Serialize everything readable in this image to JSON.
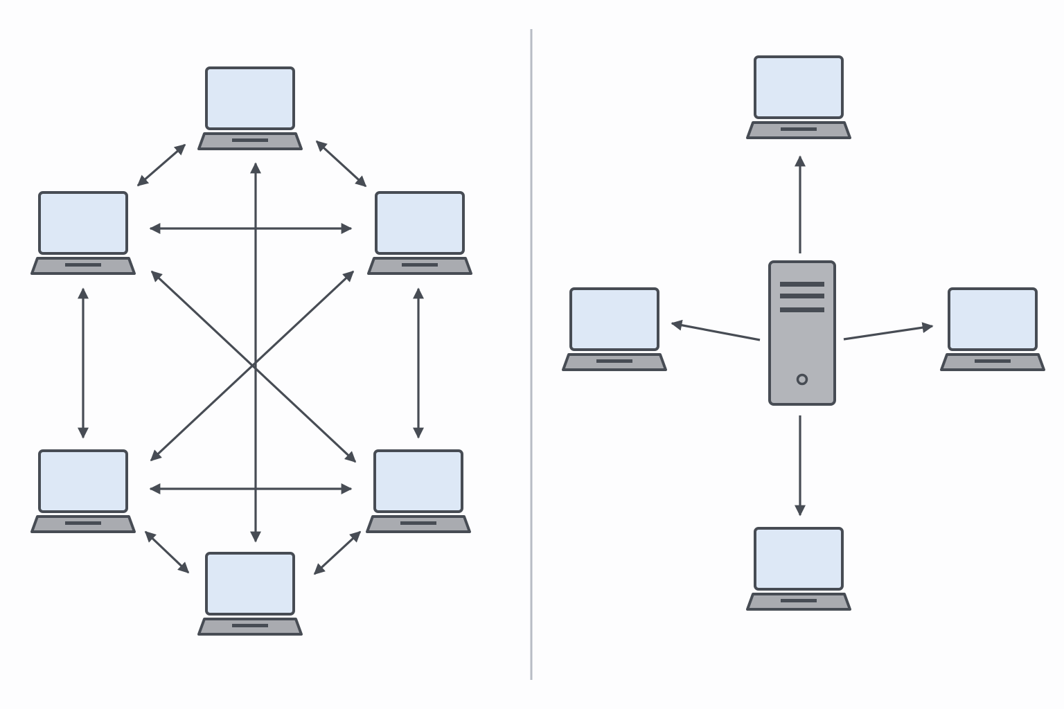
{
  "colors": {
    "background": "#fdfdfe",
    "stroke": "#474c54",
    "screen_fill": "#dde8f6",
    "base_fill": "#a9abb0",
    "server_fill": "#b3b5ba",
    "divider": "#b8bcc4"
  },
  "icons": {
    "laptop": "laptop-icon",
    "server": "server-icon"
  },
  "diagrams": [
    {
      "name": "peer-to-peer",
      "nodes": [
        "laptop-top",
        "laptop-upper-left",
        "laptop-upper-right",
        "laptop-lower-left",
        "laptop-lower-right",
        "laptop-bottom"
      ],
      "links": [
        [
          "laptop-top",
          "laptop-upper-left"
        ],
        [
          "laptop-top",
          "laptop-upper-right"
        ],
        [
          "laptop-top",
          "laptop-bottom"
        ],
        [
          "laptop-upper-left",
          "laptop-upper-right"
        ],
        [
          "laptop-upper-left",
          "laptop-lower-left"
        ],
        [
          "laptop-upper-left",
          "laptop-lower-right"
        ],
        [
          "laptop-upper-right",
          "laptop-lower-right"
        ],
        [
          "laptop-upper-right",
          "laptop-lower-left"
        ],
        [
          "laptop-lower-left",
          "laptop-lower-right"
        ],
        [
          "laptop-lower-left",
          "laptop-bottom"
        ],
        [
          "laptop-lower-right",
          "laptop-bottom"
        ]
      ],
      "link_direction": "bidirectional"
    },
    {
      "name": "client-server",
      "nodes": [
        "server",
        "laptop-top",
        "laptop-left",
        "laptop-right",
        "laptop-bottom"
      ],
      "links": [
        [
          "server",
          "laptop-top"
        ],
        [
          "server",
          "laptop-left"
        ],
        [
          "server",
          "laptop-right"
        ],
        [
          "server",
          "laptop-bottom"
        ]
      ],
      "link_direction": "outward-from-server"
    }
  ]
}
